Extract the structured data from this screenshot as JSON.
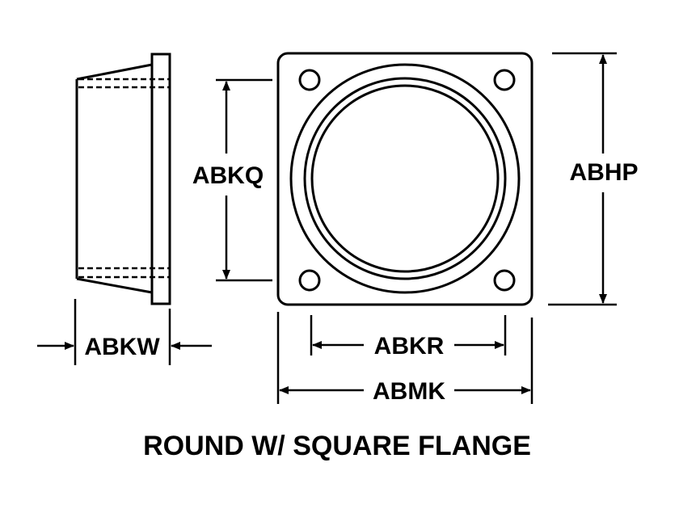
{
  "caption": "ROUND W/ SQUARE FLANGE",
  "dimensions": {
    "side_width": "ABKW",
    "hole_spacing_vertical": "ABKQ",
    "flange_height": "ABHP",
    "hole_spacing_horizontal": "ABKR",
    "flange_width": "ABMK"
  },
  "colors": {
    "line": "#000000",
    "background": "#ffffff"
  }
}
